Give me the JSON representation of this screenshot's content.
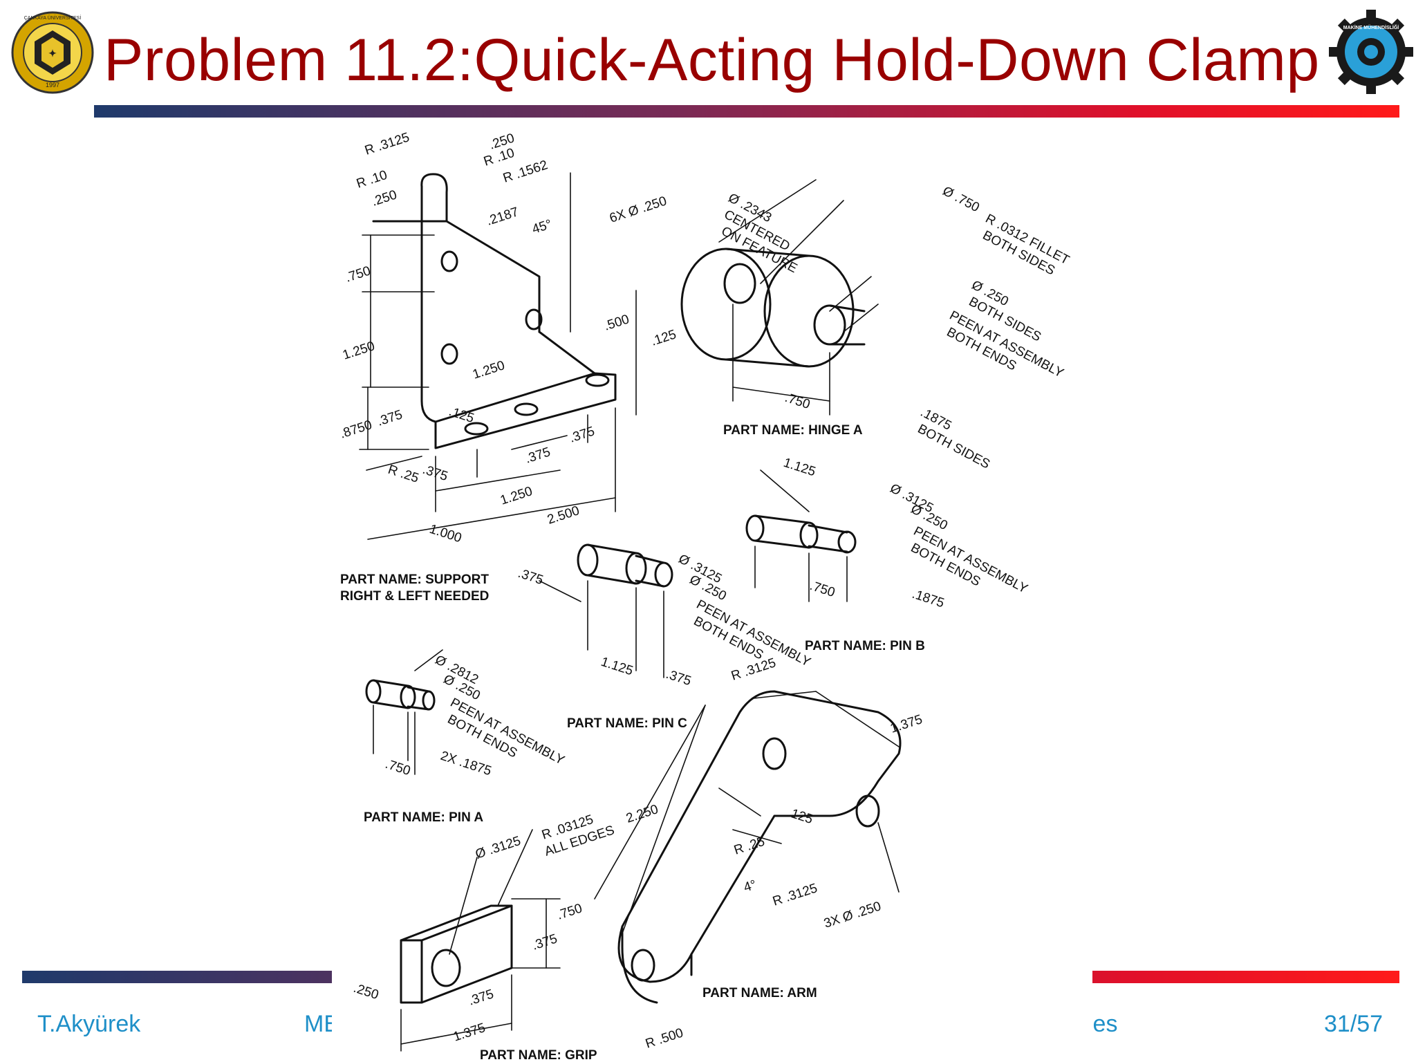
{
  "slide": {
    "title": "Problem 11.2:Quick-Acting Hold-Down Clamp",
    "footer": {
      "author": "T.Akyürek",
      "course": "ME",
      "topic": "ises",
      "page": "31/57"
    },
    "logos": {
      "left_university": "ÇANKAYA ÜNİVERSİTESİ",
      "left_year": "1997",
      "right_department": "MAKİNE MÜHENDİSLİĞİ"
    }
  },
  "drawing": {
    "support": {
      "part_name_line1": "PART NAME: SUPPORT",
      "part_name_line2": "RIGHT & LEFT NEEDED",
      "dims": [
        "R .3125",
        ".250",
        "R .10",
        "R .10",
        "R .1562",
        ".250",
        ".2187",
        "45°",
        "6X Ø .250",
        ".750",
        "1.250",
        ".500",
        ".125",
        ".8750",
        ".375",
        "1.250",
        ".125",
        "R .25",
        ".375",
        ".375",
        ".375",
        "1.250",
        "2.500",
        "1.000"
      ]
    },
    "hinge_a": {
      "part_name": "PART NAME: HINGE A",
      "dims": [
        "Ø .750",
        "Ø .2343",
        "CENTERED",
        "ON FEATURE",
        "R .0312 FILLET",
        "BOTH SIDES",
        "Ø .250",
        "BOTH SIDES",
        "PEEN AT ASSEMBLY",
        "BOTH ENDS",
        ".750",
        ".1875",
        "BOTH SIDES"
      ]
    },
    "pin_b": {
      "part_name": "PART NAME: PIN B",
      "dims": [
        "1.125",
        "Ø .3125",
        "Ø .250",
        "PEEN AT ASSEMBLY",
        "BOTH ENDS",
        ".750",
        ".1875"
      ]
    },
    "pin_c": {
      "part_name": "PART NAME: PIN C",
      "dims": [
        "Ø .3125",
        "Ø .250",
        ".375",
        "PEEN AT ASSEMBLY",
        "BOTH ENDS",
        "1.125",
        ".375"
      ]
    },
    "pin_a": {
      "part_name": "PART NAME: PIN A",
      "dims": [
        "Ø .2812",
        "Ø .250",
        "PEEN AT ASSEMBLY",
        "BOTH ENDS",
        ".750",
        "2X .1875"
      ]
    },
    "grip": {
      "part_name": "PART NAME: GRIP",
      "dims": [
        "Ø .3125",
        "R .03125",
        "ALL EDGES",
        ".750",
        ".375",
        ".250",
        ".375",
        "1.375"
      ]
    },
    "arm": {
      "part_name": "PART NAME: ARM",
      "dims": [
        "R .3125",
        "1.375",
        "2.250",
        ".125",
        "R .25",
        "4°",
        "R .3125",
        "3X Ø .250",
        "R .500"
      ]
    }
  }
}
